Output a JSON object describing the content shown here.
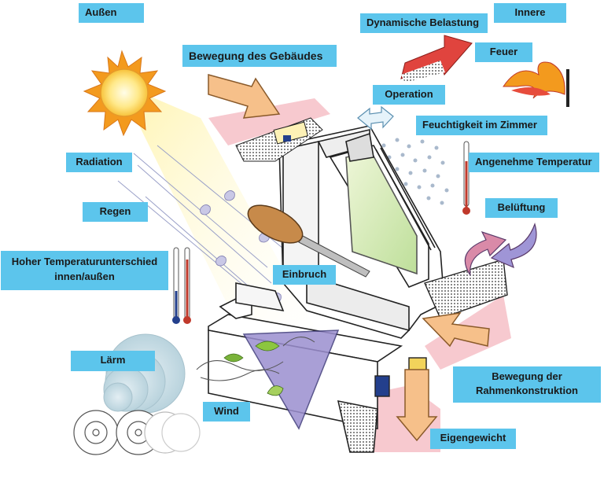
{
  "labels": {
    "aussen": "Außen",
    "innere": "Innere",
    "dynamische_belastung": "Dynamische Belastung",
    "feuer": "Feuer",
    "bewegung_gebaeude": "Bewegung des Gebäudes",
    "operation": "Operation",
    "feuchtigkeit": "Feuchtigkeit im Zimmer",
    "angenehme_temperatur": "Angenehme Temperatur",
    "radiation": "Radiation",
    "regen": "Regen",
    "belueftung": "Belüftung",
    "hoher_temp_line1": "Hoher Temperaturunterschied",
    "hoher_temp_line2": "innen/außen",
    "einbruch": "Einbruch",
    "laerm": "Lärm",
    "wind": "Wind",
    "bewegung_rahmen_line1": "Bewegung der",
    "bewegung_rahmen_line2": "Rahmenkonstruktion",
    "eigengewicht": "Eigengewicht"
  },
  "colors": {
    "label_bg": "#5cc5ec",
    "arrow_orange": "#f6c08a",
    "arrow_red": "#e0443e",
    "wall_pink": "#f7c9cf",
    "glass_green": "#cfe8b0",
    "wind_purple": "#9b8fd0",
    "sun_orange": "#f39a1e"
  },
  "icons": [
    "sun-icon",
    "flame-icon",
    "thermometer-icon",
    "screwdriver-icon",
    "rotation-arrows-icon",
    "raindrop-icon",
    "leaf-icon",
    "wheel-icon"
  ]
}
